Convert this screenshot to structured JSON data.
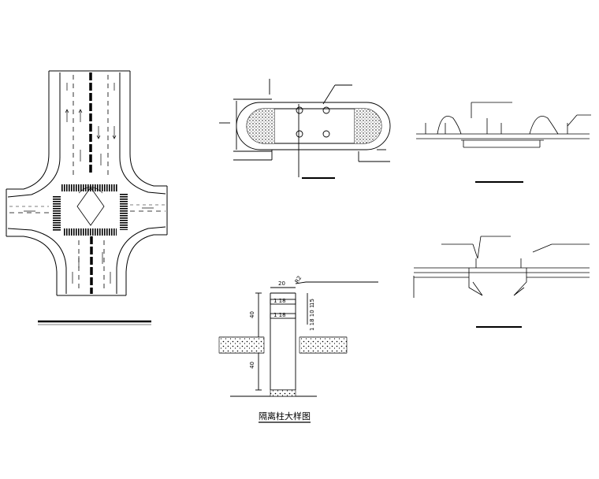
{
  "drawing": {
    "detail_title": "隔离柱大样图",
    "post_dims": {
      "top_width": "20",
      "ring_1": "1 18",
      "ring_2": "1 18",
      "above_ground": "40",
      "below_ground": "40",
      "radius_note": "R2",
      "side_note": "15",
      "side_dims": "1 18 10 1"
    }
  }
}
